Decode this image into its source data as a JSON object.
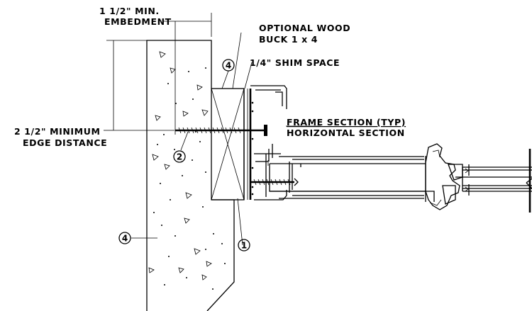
{
  "labels": {
    "embedment_line1": "1 1/2\" MIN.",
    "embedment_line2": "EMBEDMENT",
    "wood_buck_line1": "OPTIONAL WOOD",
    "wood_buck_line2": "BUCK 1 x 4",
    "shim_space": "1/4\" SHIM SPACE",
    "frame_section_line1": "FRAME SECTION (TYP)",
    "frame_section_line2": "HORIZONTAL  SECTION",
    "edge_line1": "2 1/2\" MINIMUM",
    "edge_line2": "EDGE DISTANCE"
  },
  "callouts": {
    "concrete_top": "4",
    "anchor_upper": "2",
    "concrete_left": "4",
    "anchor_lower": "1"
  }
}
